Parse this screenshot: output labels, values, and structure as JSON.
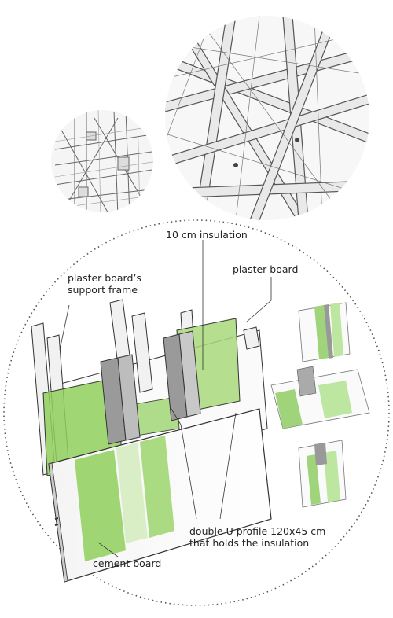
{
  "diagram": {
    "labels": {
      "insulation": "10 cm insulation",
      "plaster_board": "plaster board",
      "support_frame_line1": "plaster board’s",
      "support_frame_line2": "support frame",
      "double_u_line1": "double U profile 120x45 cm",
      "double_u_line2": "that holds the insulation",
      "cement_board": "cement board"
    },
    "colors": {
      "insulation_green": "#8fcf5a",
      "light_green": "#c5e8a5",
      "frame_gray": "#9a9a9a",
      "line_dark": "#333333",
      "dotted_outline": "#555555"
    }
  }
}
